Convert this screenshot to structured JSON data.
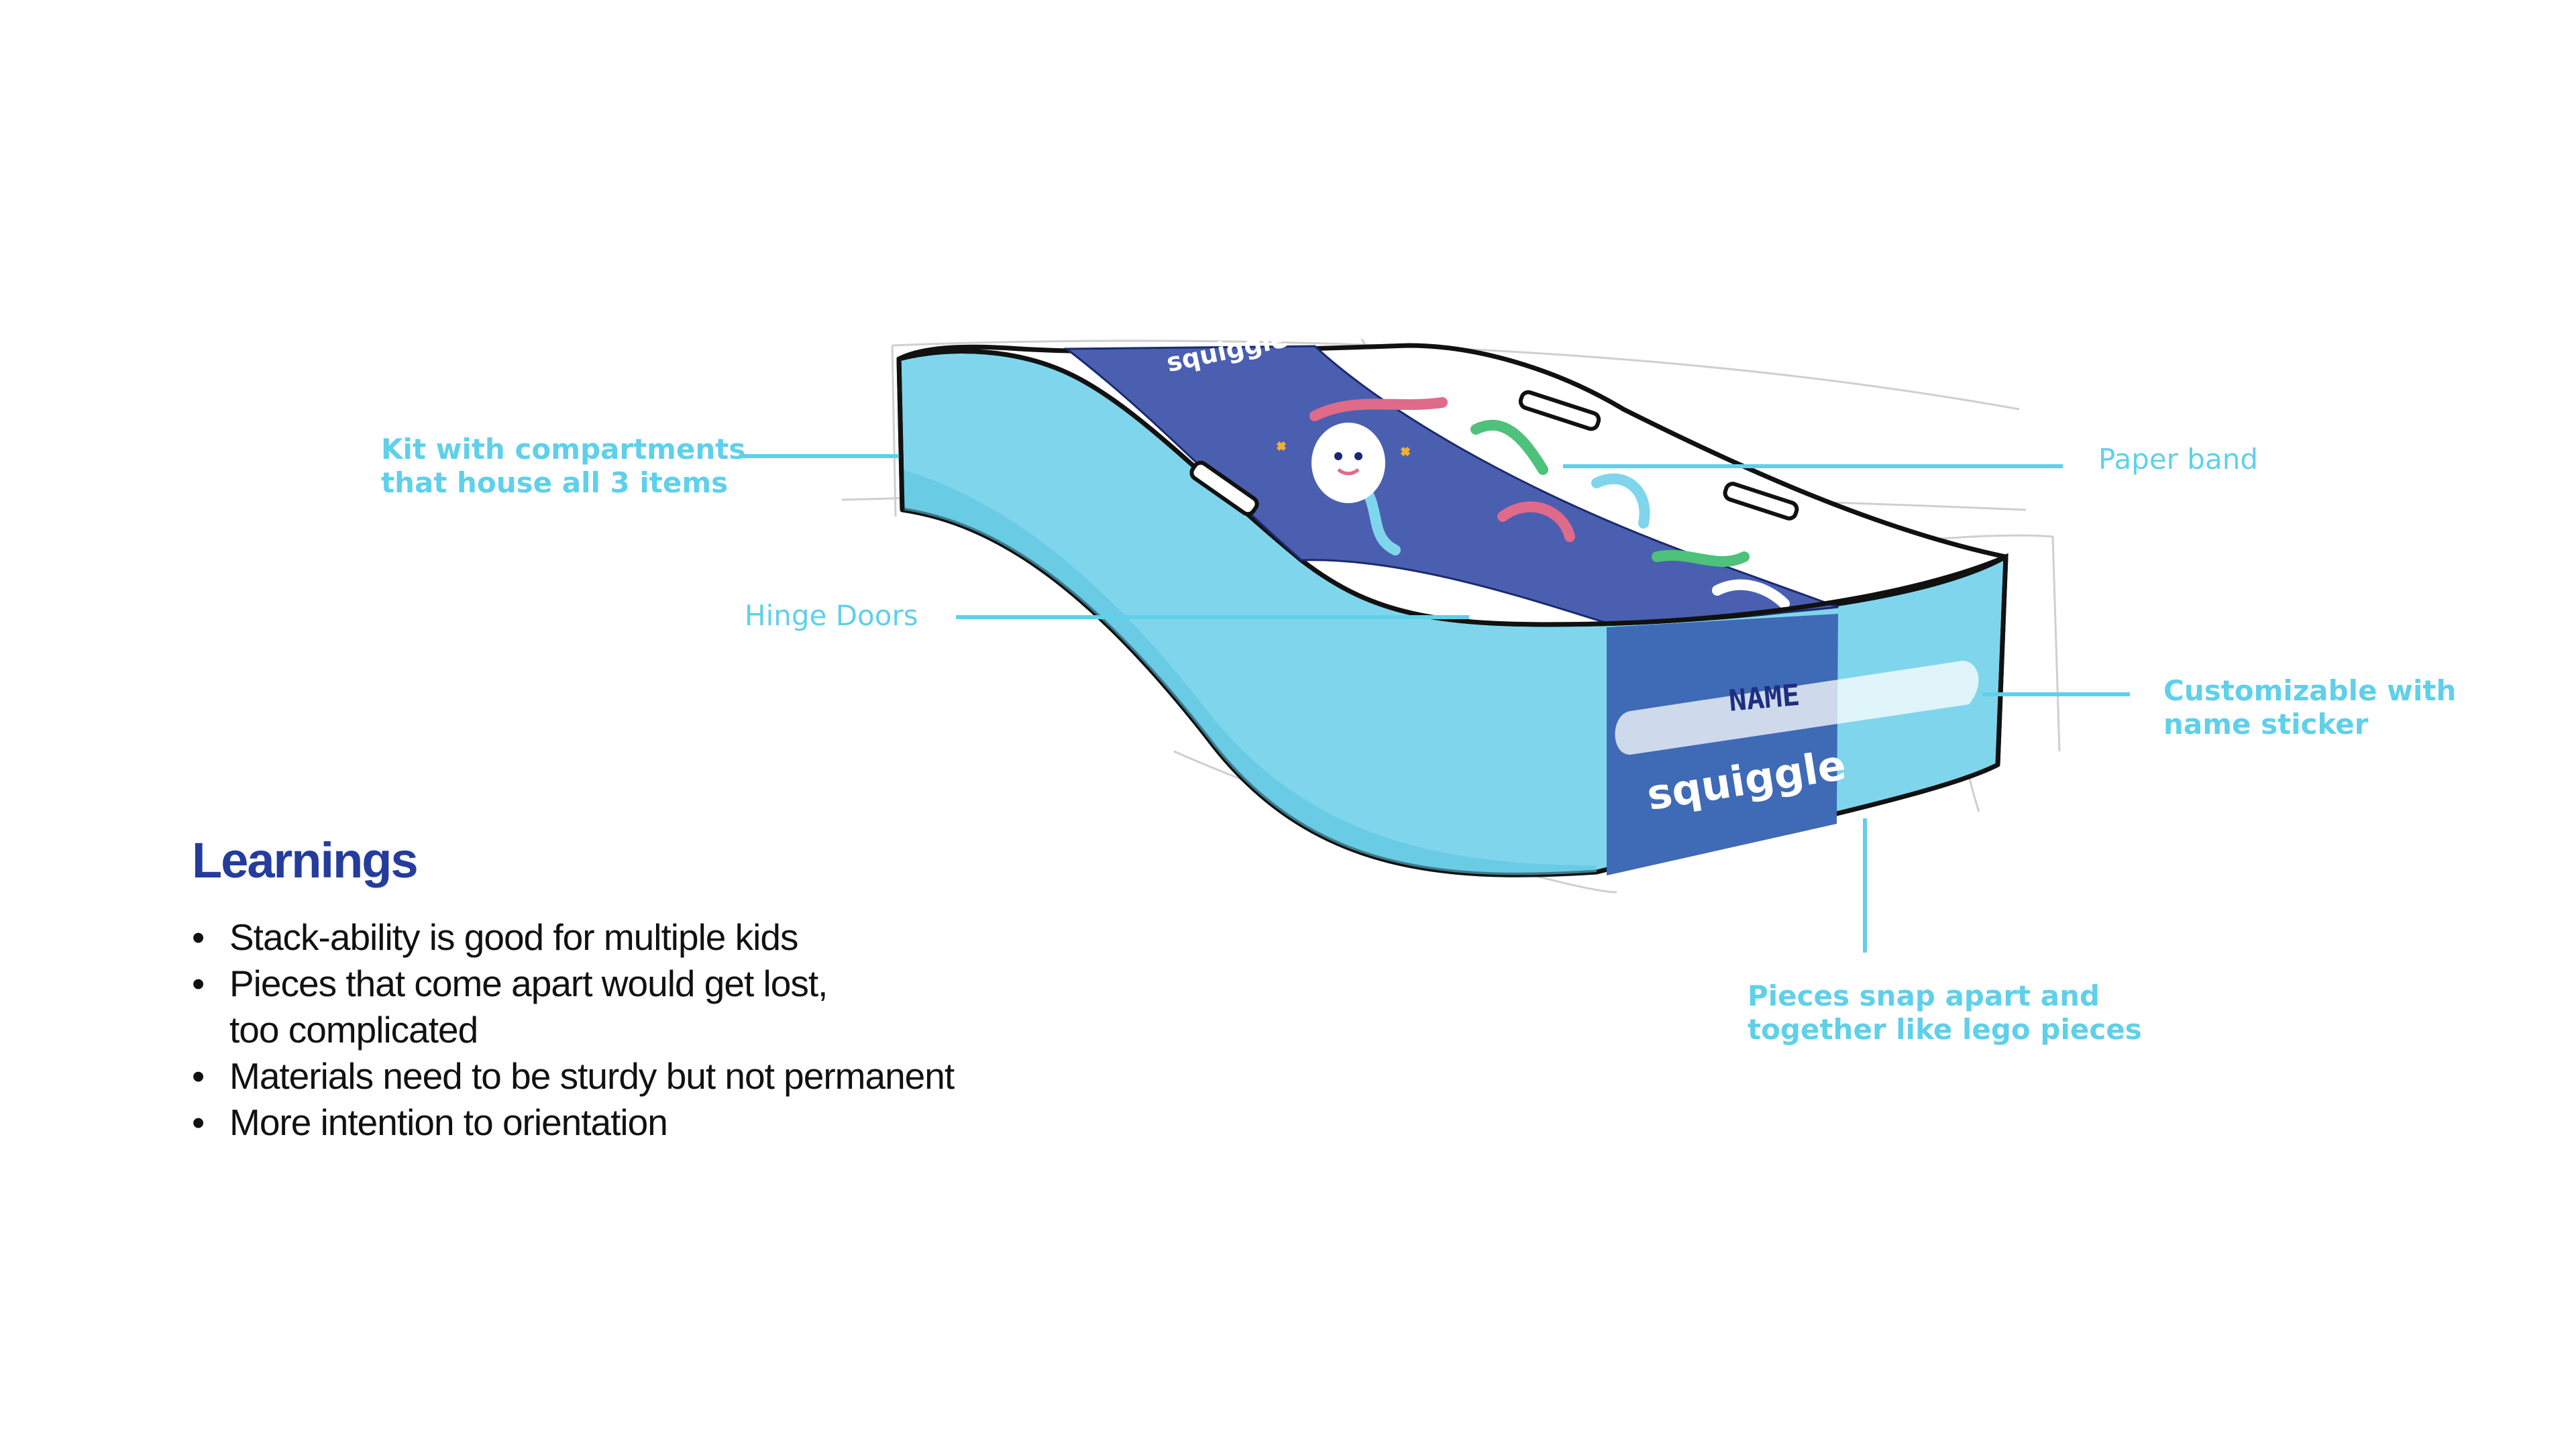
{
  "callouts": {
    "kit": "Kit with compartments\nthat house all 3 items",
    "hinge": "Hinge Doors",
    "paper_band": "Paper band",
    "sticker": "Customizable with\nname sticker",
    "snap": "Pieces snap apart and\ntogether like lego pieces"
  },
  "product": {
    "brand_side": "squiggle",
    "brand_top": "squiggle",
    "sticker_text": "NAME"
  },
  "learnings": {
    "title": "Learnings",
    "bullet": "•",
    "items": [
      "Stack-ability is good for multiple kids",
      "Pieces that come apart would get lost,\ntoo complicated",
      "Materials need to be sturdy but not permanent",
      "More intention to orientation"
    ]
  },
  "colors": {
    "callout": "#5fd0ea",
    "box_fill": "#7fd6ec",
    "band": "#3f6ab5",
    "title": "#243c9c"
  }
}
